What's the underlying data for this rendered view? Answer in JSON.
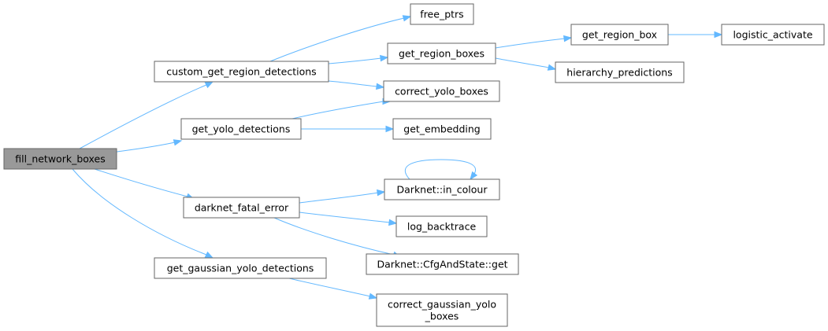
{
  "graph": {
    "nodes": [
      {
        "id": "fill_network_boxes",
        "label": "fill_network_boxes",
        "highlighted": true
      },
      {
        "id": "custom_get_region_detections",
        "label": "custom_get_region_detections"
      },
      {
        "id": "get_yolo_detections",
        "label": "get_yolo_detections"
      },
      {
        "id": "darknet_fatal_error",
        "label": "darknet_fatal_error"
      },
      {
        "id": "get_gaussian_yolo_detections",
        "label": "get_gaussian_yolo_detections"
      },
      {
        "id": "free_ptrs",
        "label": "free_ptrs"
      },
      {
        "id": "get_region_boxes",
        "label": "get_region_boxes"
      },
      {
        "id": "correct_yolo_boxes",
        "label": "correct_yolo_boxes"
      },
      {
        "id": "get_embedding",
        "label": "get_embedding"
      },
      {
        "id": "darknet_in_colour",
        "label": "Darknet::in_colour"
      },
      {
        "id": "log_backtrace",
        "label": "log_backtrace"
      },
      {
        "id": "cfg_and_state_get",
        "label": "Darknet::CfgAndState::get"
      },
      {
        "id": "correct_gaussian_yolo_boxes",
        "label": "correct_gaussian_yolo\n_boxes"
      },
      {
        "id": "get_region_box",
        "label": "get_region_box"
      },
      {
        "id": "hierarchy_predictions",
        "label": "hierarchy_predictions"
      },
      {
        "id": "logistic_activate",
        "label": "logistic_activate"
      }
    ],
    "edges": [
      {
        "from": "fill_network_boxes",
        "to": "custom_get_region_detections"
      },
      {
        "from": "fill_network_boxes",
        "to": "get_yolo_detections"
      },
      {
        "from": "fill_network_boxes",
        "to": "darknet_fatal_error"
      },
      {
        "from": "fill_network_boxes",
        "to": "get_gaussian_yolo_detections"
      },
      {
        "from": "custom_get_region_detections",
        "to": "free_ptrs"
      },
      {
        "from": "custom_get_region_detections",
        "to": "get_region_boxes"
      },
      {
        "from": "custom_get_region_detections",
        "to": "correct_yolo_boxes"
      },
      {
        "from": "get_yolo_detections",
        "to": "correct_yolo_boxes"
      },
      {
        "from": "get_yolo_detections",
        "to": "get_embedding"
      },
      {
        "from": "darknet_fatal_error",
        "to": "darknet_in_colour"
      },
      {
        "from": "darknet_fatal_error",
        "to": "log_backtrace"
      },
      {
        "from": "darknet_fatal_error",
        "to": "cfg_and_state_get"
      },
      {
        "from": "darknet_in_colour",
        "to": "darknet_in_colour"
      },
      {
        "from": "get_gaussian_yolo_detections",
        "to": "correct_gaussian_yolo_boxes"
      },
      {
        "from": "get_region_boxes",
        "to": "get_region_box"
      },
      {
        "from": "get_region_boxes",
        "to": "hierarchy_predictions"
      },
      {
        "from": "get_region_box",
        "to": "logistic_activate"
      }
    ]
  },
  "colors": {
    "edge": "#63b8ff",
    "node_border": "#666666",
    "node_fill": "#ffffff",
    "highlight_fill": "#999999"
  }
}
